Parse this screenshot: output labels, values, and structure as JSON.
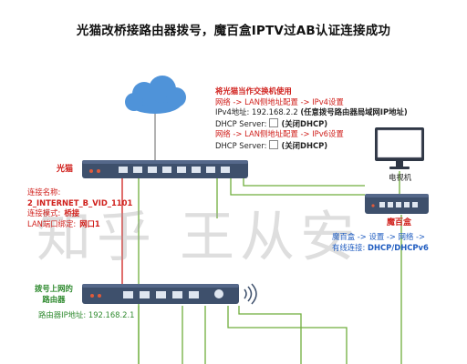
{
  "title": "光猫改桥接路由器拨号，魔百盒IPTV过AB认证连接成功",
  "cloud": {
    "icon": "cloud-icon"
  },
  "modem": {
    "label": "光猫"
  },
  "router": {
    "label_line1": "拨号上网的",
    "label_line2": "路由器",
    "ip_text": "路由器IP地址: 192.168.2.1"
  },
  "monitor": {
    "label": "电视机"
  },
  "iptv_box": {
    "label": "魔百盒",
    "line1": "魔百盒 -> 设置 -> 网络 ->",
    "line2_prefix": "有线连接:",
    "line2_value": "DHCP/DHCPv6"
  },
  "modem_settings": {
    "header": "将光猫当作交换机使用",
    "ipv4_path": "网络 -> LAN侧地址配置 -> IPv4设置",
    "ipv4_addr_label": "IPv4地址: 192.168.2.2",
    "ipv4_addr_note": "(任意拨号路由器局域网IP地址)",
    "dhcp_label_1": "DHCP Server:",
    "dhcp_note_1": "(关闭DHCP)",
    "ipv6_path": "网络 -> LAN侧地址配置 -> IPv6设置",
    "dhcp_label_2": "DHCP Server:",
    "dhcp_note_2": "(关闭DHCP)"
  },
  "connection_info": {
    "name_label": "连接名称:",
    "name_value": "2_INTERNET_B_VID_1101",
    "mode_label": "连接模式:",
    "mode_value": "桥接",
    "port_label": "LAN端口绑定:",
    "port_value": "网口1"
  },
  "watermark": "知乎  王从安",
  "colors": {
    "ipv4_line": "#6fae3c",
    "ipv6_line": "#6fae3c",
    "bridge_line": "#d0201c",
    "device": "#3a4d6b",
    "router_body": "#3e506c",
    "accent_red": "#d0201c",
    "accent_blue": "#1f5cc0"
  }
}
